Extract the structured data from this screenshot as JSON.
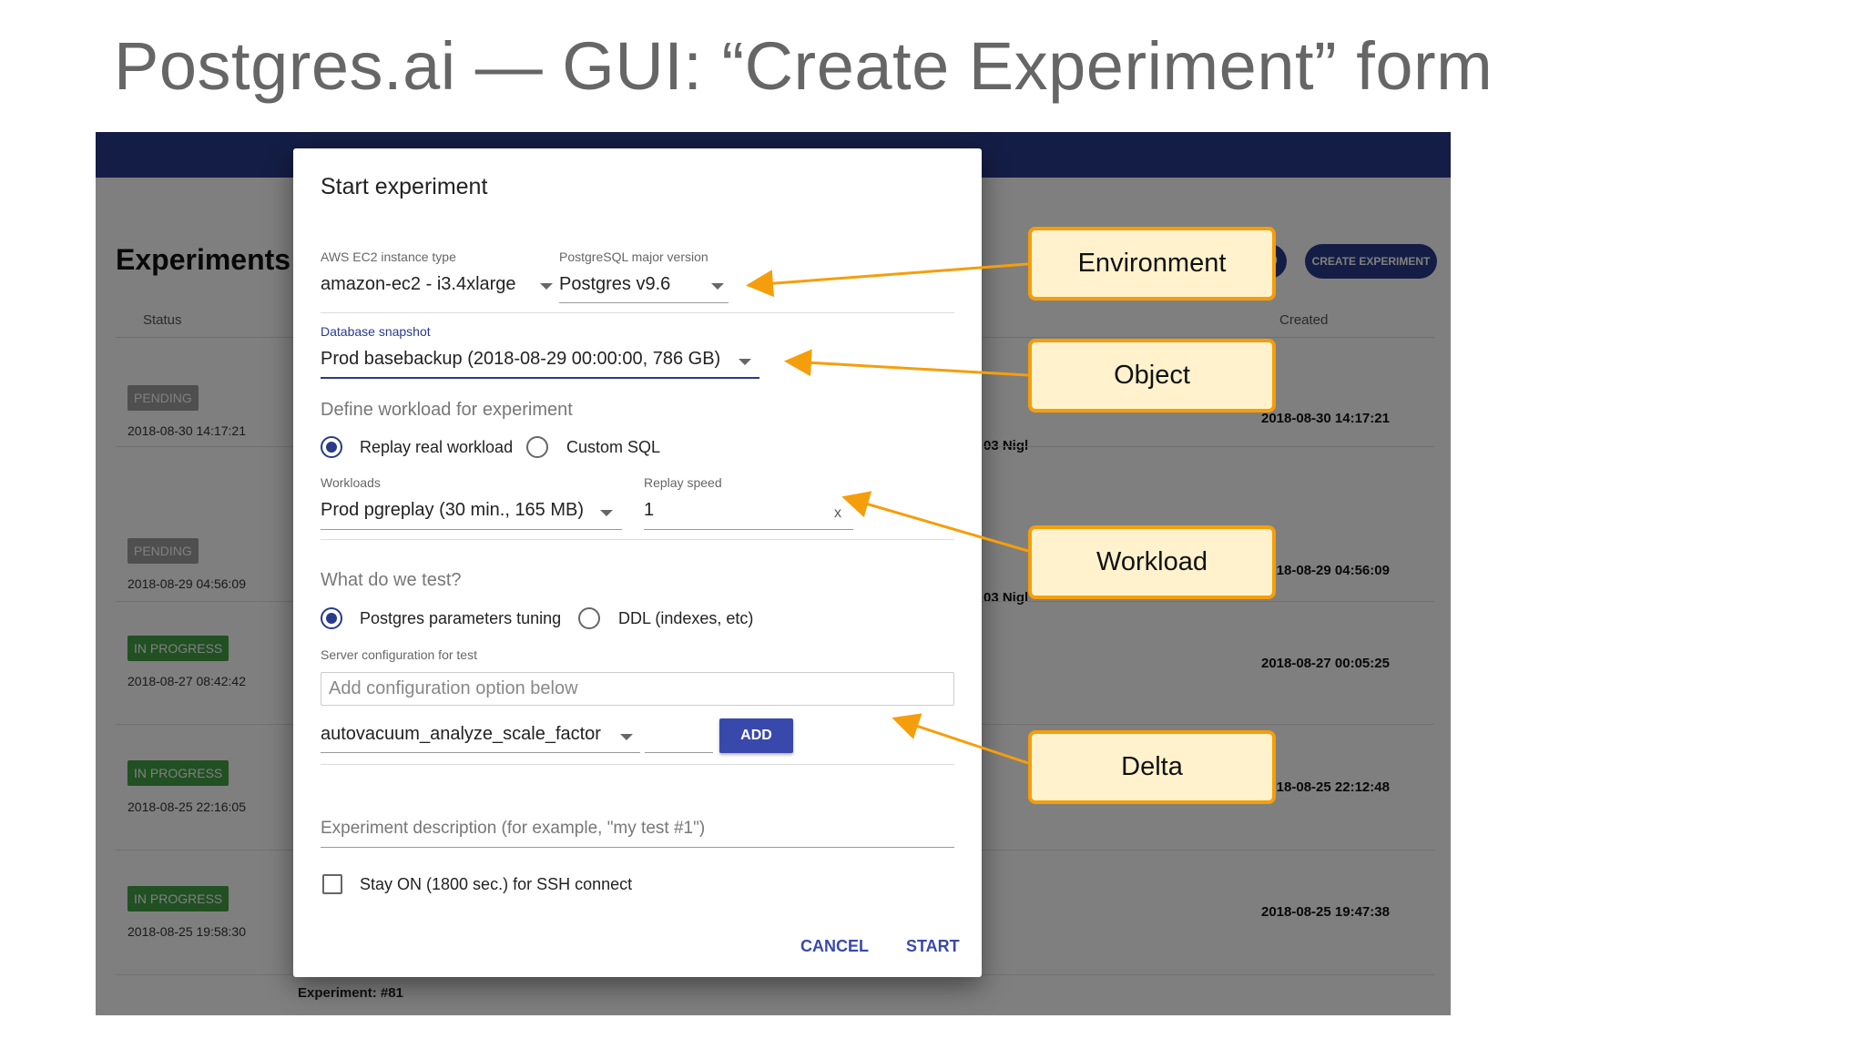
{
  "slide": {
    "title": "Postgres.ai — GUI: “Create Experiment” form"
  },
  "app": {
    "page_title": "Experiments",
    "create_button": "CREATE EXPERIMENT",
    "columns": {
      "status": "Status",
      "created": "Created"
    },
    "rows": [
      {
        "status": "PENDING",
        "time": "2018-08-30 14:17:21",
        "created": "2018-08-30 14:17:21",
        "fragment": "03 Nigl"
      },
      {
        "status": "PENDING",
        "time": "2018-08-29 04:56:09",
        "created": "2018-08-29 04:56:09",
        "fragment": "03 Nigl"
      },
      {
        "status": "IN PROGRESS",
        "time": "2018-08-27 08:42:42",
        "created": "2018-08-27 00:05:25"
      },
      {
        "status": "IN PROGRESS",
        "time": "2018-08-25 22:16:05",
        "created": "2018-08-25 22:12:48"
      },
      {
        "status": "IN PROGRESS",
        "time": "2018-08-25 19:58:30",
        "created": "2018-08-25 19:47:38"
      }
    ],
    "footer_label": "Experiment: #81"
  },
  "dialog": {
    "title": "Start experiment",
    "instance_type": {
      "label": "AWS EC2 instance type",
      "value": "amazon-ec2 - i3.4xlarge"
    },
    "pg_version": {
      "label": "PostgreSQL major version",
      "value": "Postgres v9.6"
    },
    "snapshot": {
      "label": "Database snapshot",
      "value": "Prod basebackup (2018-08-29 00:00:00, 786 GB)"
    },
    "workload_section": "Define workload for experiment",
    "workload_radios": {
      "replay": "Replay real workload",
      "custom": "Custom SQL",
      "selected": "replay"
    },
    "workloads": {
      "label": "Workloads",
      "value": "Prod pgreplay (30 min., 165 MB)"
    },
    "replay_speed": {
      "label": "Replay speed",
      "value": "1",
      "suffix": "x"
    },
    "test_section": "What do we test?",
    "test_radios": {
      "params": "Postgres parameters tuning",
      "ddl": "DDL (indexes, etc)",
      "selected": "params"
    },
    "server_config": {
      "label": "Server configuration for test",
      "placeholder": "Add configuration option below"
    },
    "config_option": {
      "value": "autovacuum_analyze_scale_factor"
    },
    "add_button": "ADD",
    "description": {
      "placeholder": "Experiment description (for example, \"my test #1\")"
    },
    "stay_on": {
      "label": "Stay ON (1800 sec.) for SSH connect",
      "checked": false
    },
    "cancel_button": "CANCEL",
    "start_button": "START"
  },
  "callouts": [
    "Environment",
    "Object",
    "Workload",
    "Delta"
  ],
  "colors": {
    "primary": "#283b8b",
    "pending": "#9e9e9e",
    "in_progress": "#43a047",
    "callout_fill": "#fff2cc",
    "callout_border": "#f59e0b"
  }
}
